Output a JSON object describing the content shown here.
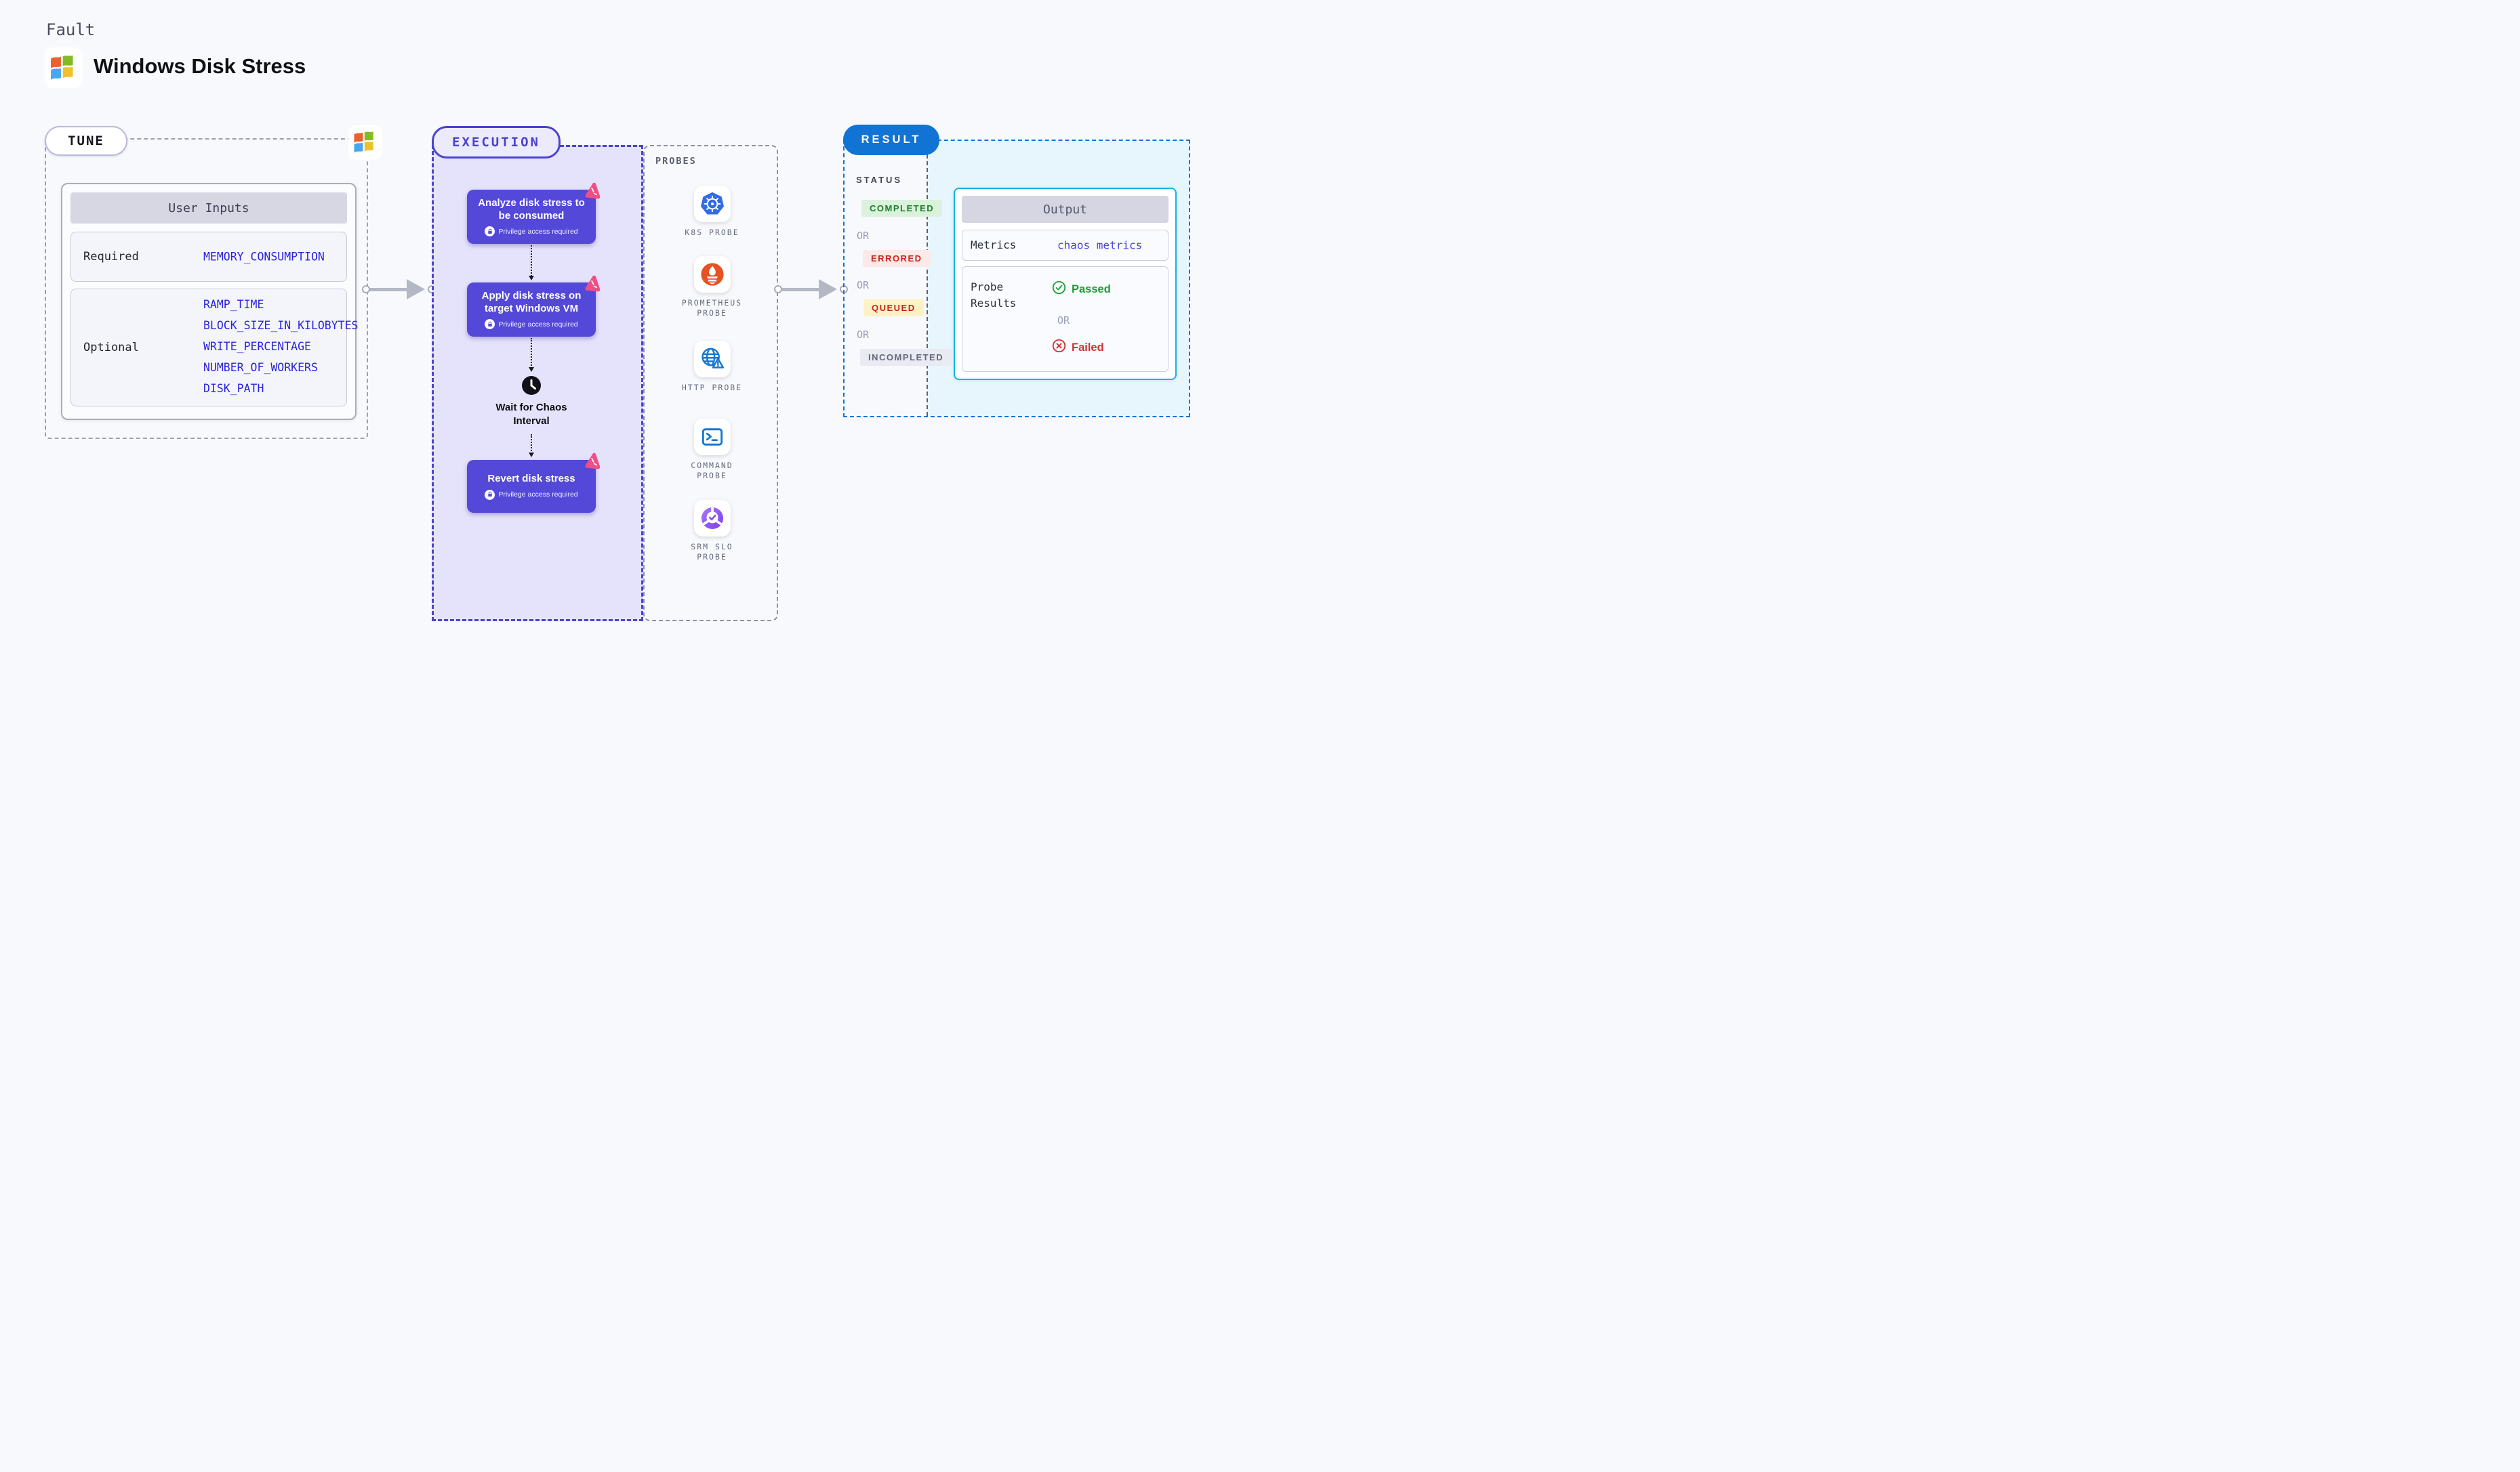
{
  "header": {
    "kind_label": "Fault",
    "title": "Windows Disk Stress",
    "logo": "windows-logo"
  },
  "tune": {
    "badge": "TUNE",
    "table": {
      "title": "User Inputs",
      "rows": [
        {
          "label": "Required",
          "values": [
            "MEMORY_CONSUMPTION"
          ]
        },
        {
          "label": "Optional",
          "values": [
            "RAMP_TIME",
            "BLOCK_SIZE_IN_KILOBYTES",
            "WRITE_PERCENTAGE",
            "NUMBER_OF_WORKERS",
            "DISK_PATH"
          ]
        }
      ]
    }
  },
  "execution": {
    "badge": "EXECUTION",
    "steps": [
      {
        "title": "Analyze disk stress to be consumed",
        "note": "Privilege access required"
      },
      {
        "title": "Apply disk stress on target Windows VM",
        "note": "Privilege access required"
      },
      {
        "title": "Revert disk stress",
        "note": "Privilege access required"
      }
    ],
    "wait_label": "Wait for Chaos Interval"
  },
  "probes": {
    "heading": "PROBES",
    "items": [
      {
        "label": "K8S PROBE",
        "icon": "kubernetes-icon"
      },
      {
        "label": "PROMETHEUS PROBE",
        "icon": "prometheus-icon"
      },
      {
        "label": "HTTP PROBE",
        "icon": "http-globe-icon"
      },
      {
        "label": "COMMAND PROBE",
        "icon": "terminal-icon"
      },
      {
        "label": "SRM SLO PROBE",
        "icon": "slo-donut-icon"
      }
    ]
  },
  "result": {
    "badge": "RESULT",
    "status_heading": "STATUS",
    "or_label": "OR",
    "statuses": [
      {
        "label": "COMPLETED",
        "fg": "#1c7f2c",
        "bg": "#daf2dc"
      },
      {
        "label": "ERRORED",
        "fg": "#c3271b",
        "bg": "#fceae8"
      },
      {
        "label": "QUEUED",
        "fg": "#c3271b",
        "bg": "#fdf1c6"
      },
      {
        "label": "INCOMPLETED",
        "fg": "#63687c",
        "bg": "#e9eaf2"
      }
    ],
    "output": {
      "title": "Output",
      "metrics_label": "Metrics",
      "metrics_value": "chaos metrics",
      "probe_results_label": "Probe Results",
      "passed_label": "Passed",
      "failed_label": "Failed"
    }
  },
  "colors": {
    "accent_indigo": "#4b42cf",
    "step_purple": "#5348d8",
    "chaos_pink": "#f04f86",
    "result_blue": "#1173d4",
    "output_border_cyan": "#16b2e8",
    "passed_green": "#1d9e33",
    "failed_red": "#d32f2f",
    "input_value_blue": "#2b23dd"
  }
}
